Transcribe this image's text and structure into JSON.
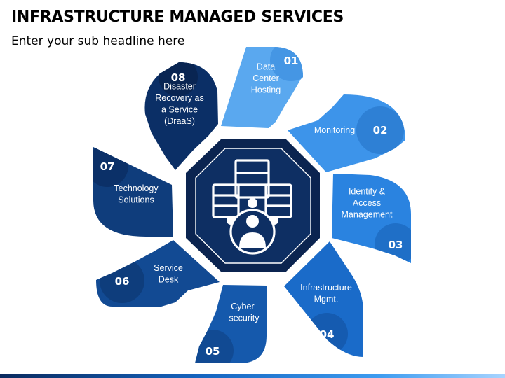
{
  "header": {
    "title": "INFRASTRUCTURE MANAGED SERVICES",
    "subtitle": "Enter your sub headline here"
  },
  "center_icon": "server-person-icon",
  "colors": {
    "octagon_outer": "#0b2450",
    "octagon_inner": "#0e2f63",
    "ring": "#ffffff"
  },
  "services": [
    {
      "number": "01",
      "lines": [
        "Data",
        "Center",
        "Hosting"
      ],
      "color": "#5aa8ef",
      "circle": "#4596e4"
    },
    {
      "number": "02",
      "lines": [
        "Monitoring"
      ],
      "color": "#3d94ea",
      "circle": "#2e80d5"
    },
    {
      "number": "03",
      "lines": [
        "Identify &",
        "Access",
        "Management"
      ],
      "color": "#2a83e0",
      "circle": "#1f6fc7"
    },
    {
      "number": "04",
      "lines": [
        "Infrastructure",
        "Mgmt."
      ],
      "color": "#1a6bc9",
      "circle": "#155bb0"
    },
    {
      "number": "05",
      "lines": [
        "Cyber-",
        "security"
      ],
      "color": "#1559ac",
      "circle": "#114a93"
    },
    {
      "number": "06",
      "lines": [
        "Service",
        "Desk"
      ],
      "color": "#124a93",
      "circle": "#0e3d7c"
    },
    {
      "number": "07",
      "lines": [
        "Technology",
        "Solutions"
      ],
      "color": "#0f3d7c",
      "circle": "#0b3068"
    },
    {
      "number": "08",
      "lines": [
        "Disaster",
        "Recovery as",
        "a Service",
        "(DraaS)"
      ],
      "color": "#0b2f66",
      "circle": "#092552"
    }
  ]
}
